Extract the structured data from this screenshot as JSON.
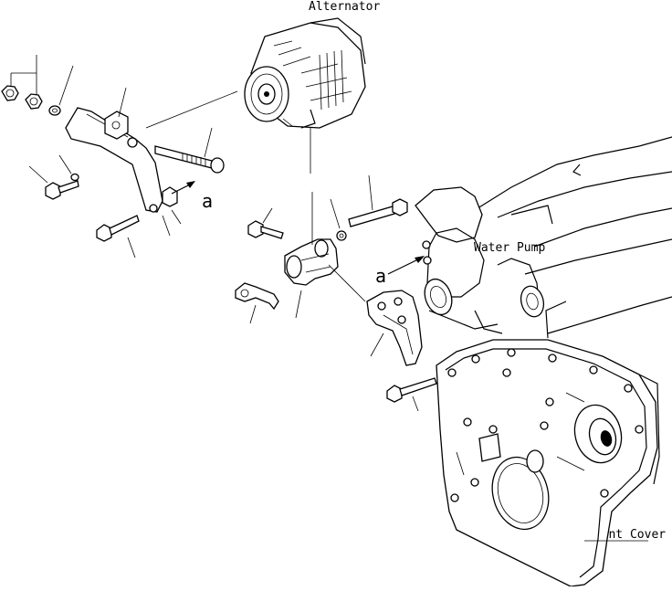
{
  "labels": {
    "alternator": "Alternator",
    "water_pump": "Water Pump",
    "front_cover": "Front Cover",
    "view_ref_1": "a",
    "view_ref_2": "a"
  },
  "colors": {
    "line": "#000000",
    "background": "#ffffff"
  }
}
